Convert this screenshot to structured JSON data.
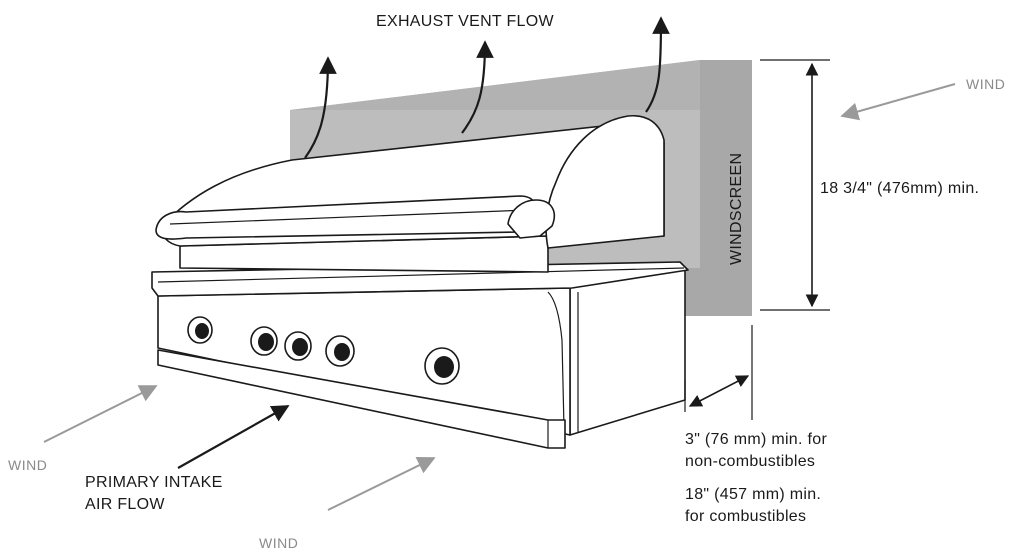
{
  "labels": {
    "exhaust": "EXHAUST VENT FLOW",
    "windscreen": "WINDSCREEN",
    "height_dim": "18 3/4\" (476mm) min.",
    "clearance_noncomb_1": "3\" (76 mm) min. for",
    "clearance_noncomb_2": "non-combustibles",
    "clearance_comb_1": "18\" (457 mm) min.",
    "clearance_comb_2": "for combustibles",
    "intake_1": "PRIMARY INTAKE",
    "intake_2": "AIR FLOW",
    "wind_top_right": "WIND",
    "wind_left": "WIND",
    "wind_bottom": "WIND"
  },
  "colors": {
    "windscreen_fill": "#bdbdbd",
    "windscreen_side": "#a8a8a8",
    "wind_arrow": "#9a9a9a",
    "line": "#1a1a1a"
  },
  "icons": {
    "exhaust_arrows": "arrow-up-icon",
    "wind_arrows": "arrow-icon",
    "intake_arrow": "arrow-icon",
    "knobs": "control-knob-icon"
  }
}
